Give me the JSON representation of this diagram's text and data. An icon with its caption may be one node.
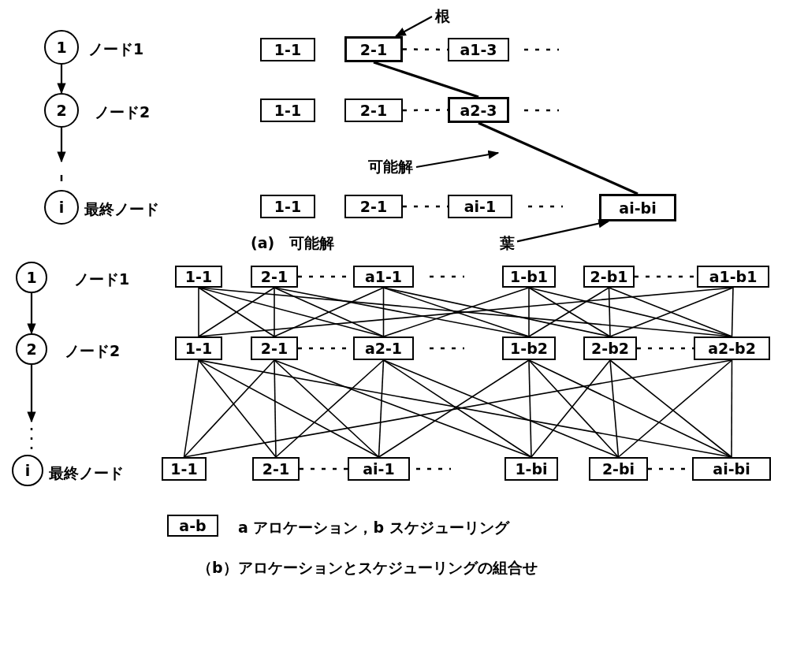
{
  "diagram": {
    "nodes": [
      {
        "text": [
          "1"
        ],
        "beside": [
          "ノード1"
        ]
      },
      {
        "text": [
          "2"
        ],
        "beside": [
          "ノード2"
        ]
      },
      {
        "text": [
          "i"
        ],
        "beside": [
          "最終ノード"
        ]
      },
      {
        "text": [
          "1-1"
        ]
      },
      {
        "text": [
          "2-1"
        ]
      },
      {
        "text": [
          "a1-3"
        ]
      },
      {
        "text": [
          "1-1"
        ]
      },
      {
        "text": [
          "2-1"
        ]
      },
      {
        "text": [
          "a2-3"
        ]
      },
      {
        "text": [
          "1-1"
        ]
      },
      {
        "text": [
          "2-1"
        ]
      },
      {
        "text": [
          "ai-1"
        ]
      },
      {
        "text": [
          "ai-bi"
        ]
      },
      {
        "text": [
          "根"
        ]
      },
      {
        "text": [
          "可能解"
        ]
      },
      {
        "text": [
          "葉"
        ]
      },
      {
        "text": [
          "1"
        ],
        "beside": [
          "ノード1"
        ]
      },
      {
        "text": [
          "2"
        ],
        "beside": [
          "ノード2"
        ]
      },
      {
        "text": [
          "i"
        ],
        "beside": [
          "最終ノード"
        ]
      },
      {
        "text": [
          "1-1"
        ]
      },
      {
        "text": [
          "2-1"
        ]
      },
      {
        "text": [
          "a1-1"
        ]
      },
      {
        "text": [
          "1-b1"
        ]
      },
      {
        "text": [
          "2-b1"
        ]
      },
      {
        "text": [
          "a1-b1"
        ]
      },
      {
        "text": [
          "1-1"
        ]
      },
      {
        "text": [
          "2-1"
        ]
      },
      {
        "text": [
          "a2-1"
        ]
      },
      {
        "text": [
          "1-b2"
        ]
      },
      {
        "text": [
          "2-b2"
        ]
      },
      {
        "text": [
          "a2-b2"
        ]
      },
      {
        "text": [
          "1-1"
        ]
      },
      {
        "text": [
          "2-1"
        ]
      },
      {
        "text": [
          "ai-1"
        ]
      },
      {
        "text": [
          "1-bi"
        ]
      },
      {
        "text": [
          "2-bi"
        ]
      },
      {
        "text": [
          "ai-bi"
        ]
      },
      {
        "text": [
          "a-b"
        ],
        "beside": [
          "a アロケーション，b スケジューリング"
        ]
      }
    ],
    "edges": [
      {
        "from": 0,
        "to": 1,
        "arrow": "to"
      },
      {
        "from": 1,
        "to": 2,
        "arrow": "to"
      },
      {
        "from": 4,
        "to": 5,
        "arrow": "none",
        "style": "dashed"
      },
      {
        "from": 7,
        "to": 8,
        "arrow": "none",
        "style": "dashed"
      },
      {
        "from": 10,
        "to": 11,
        "arrow": "none",
        "style": "dashed"
      },
      {
        "from": 4,
        "to": 8,
        "arrow": "none",
        "style": "thick"
      },
      {
        "from": 8,
        "to": 12,
        "arrow": "none",
        "style": "thick"
      },
      {
        "from": 13,
        "to": 4,
        "arrow": "to"
      },
      {
        "from": 14,
        "to": null,
        "arrow": "to"
      },
      {
        "from": 15,
        "to": 12,
        "arrow": "to"
      },
      {
        "from": 16,
        "to": 17,
        "arrow": "to"
      },
      {
        "from": 17,
        "to": 18,
        "arrow": "to"
      },
      {
        "from": 20,
        "to": 21,
        "arrow": "none",
        "style": "dashed"
      },
      {
        "from": 23,
        "to": 24,
        "arrow": "none",
        "style": "dashed"
      },
      {
        "from": 26,
        "to": 27,
        "arrow": "none",
        "style": "dashed"
      },
      {
        "from": 29,
        "to": 30,
        "arrow": "none",
        "style": "dashed"
      },
      {
        "from": 32,
        "to": 33,
        "arrow": "none",
        "style": "dashed"
      },
      {
        "from": 35,
        "to": 36,
        "arrow": "none",
        "style": "dashed"
      },
      {
        "from": 19,
        "to": 25,
        "arrow": "none"
      },
      {
        "from": 19,
        "to": 26,
        "arrow": "none"
      },
      {
        "from": 19,
        "to": 27,
        "arrow": "none"
      },
      {
        "from": 20,
        "to": 25,
        "arrow": "none"
      },
      {
        "from": 20,
        "to": 26,
        "arrow": "none"
      },
      {
        "from": 20,
        "to": 27,
        "arrow": "none"
      },
      {
        "from": 20,
        "to": 28,
        "arrow": "none"
      },
      {
        "from": 21,
        "to": 26,
        "arrow": "none"
      },
      {
        "from": 21,
        "to": 27,
        "arrow": "none"
      },
      {
        "from": 21,
        "to": 28,
        "arrow": "none"
      },
      {
        "from": 21,
        "to": 29,
        "arrow": "none"
      },
      {
        "from": 22,
        "to": 27,
        "arrow": "none"
      },
      {
        "from": 22,
        "to": 28,
        "arrow": "none"
      },
      {
        "from": 22,
        "to": 29,
        "arrow": "none"
      },
      {
        "from": 22,
        "to": 30,
        "arrow": "none"
      },
      {
        "from": 23,
        "to": 28,
        "arrow": "none"
      },
      {
        "from": 23,
        "to": 29,
        "arrow": "none"
      },
      {
        "from": 23,
        "to": 30,
        "arrow": "none"
      },
      {
        "from": 24,
        "to": 29,
        "arrow": "none"
      },
      {
        "from": 24,
        "to": 30,
        "arrow": "none"
      },
      {
        "from": 19,
        "to": 30,
        "arrow": "none"
      },
      {
        "from": 24,
        "to": 25,
        "arrow": "none"
      },
      {
        "from": 25,
        "to": 31,
        "arrow": "none"
      },
      {
        "from": 25,
        "to": 32,
        "arrow": "none"
      },
      {
        "from": 25,
        "to": 33,
        "arrow": "none"
      },
      {
        "from": 26,
        "to": 31,
        "arrow": "none"
      },
      {
        "from": 26,
        "to": 32,
        "arrow": "none"
      },
      {
        "from": 26,
        "to": 33,
        "arrow": "none"
      },
      {
        "from": 26,
        "to": 34,
        "arrow": "none"
      },
      {
        "from": 27,
        "to": 32,
        "arrow": "none"
      },
      {
        "from": 27,
        "to": 33,
        "arrow": "none"
      },
      {
        "from": 27,
        "to": 34,
        "arrow": "none"
      },
      {
        "from": 27,
        "to": 35,
        "arrow": "none"
      },
      {
        "from": 28,
        "to": 33,
        "arrow": "none"
      },
      {
        "from": 28,
        "to": 34,
        "arrow": "none"
      },
      {
        "from": 28,
        "to": 35,
        "arrow": "none"
      },
      {
        "from": 28,
        "to": 36,
        "arrow": "none"
      },
      {
        "from": 29,
        "to": 34,
        "arrow": "none"
      },
      {
        "from": 29,
        "to": 35,
        "arrow": "none"
      },
      {
        "from": 29,
        "to": 36,
        "arrow": "none"
      },
      {
        "from": 30,
        "to": 35,
        "arrow": "none"
      },
      {
        "from": 30,
        "to": 36,
        "arrow": "none"
      },
      {
        "from": 25,
        "to": 36,
        "arrow": "none"
      },
      {
        "from": 30,
        "to": 31,
        "arrow": "none"
      }
    ],
    "labels": [
      "(a)　可能解",
      "（b）アロケーションとスケジューリングの組合せ"
    ]
  }
}
